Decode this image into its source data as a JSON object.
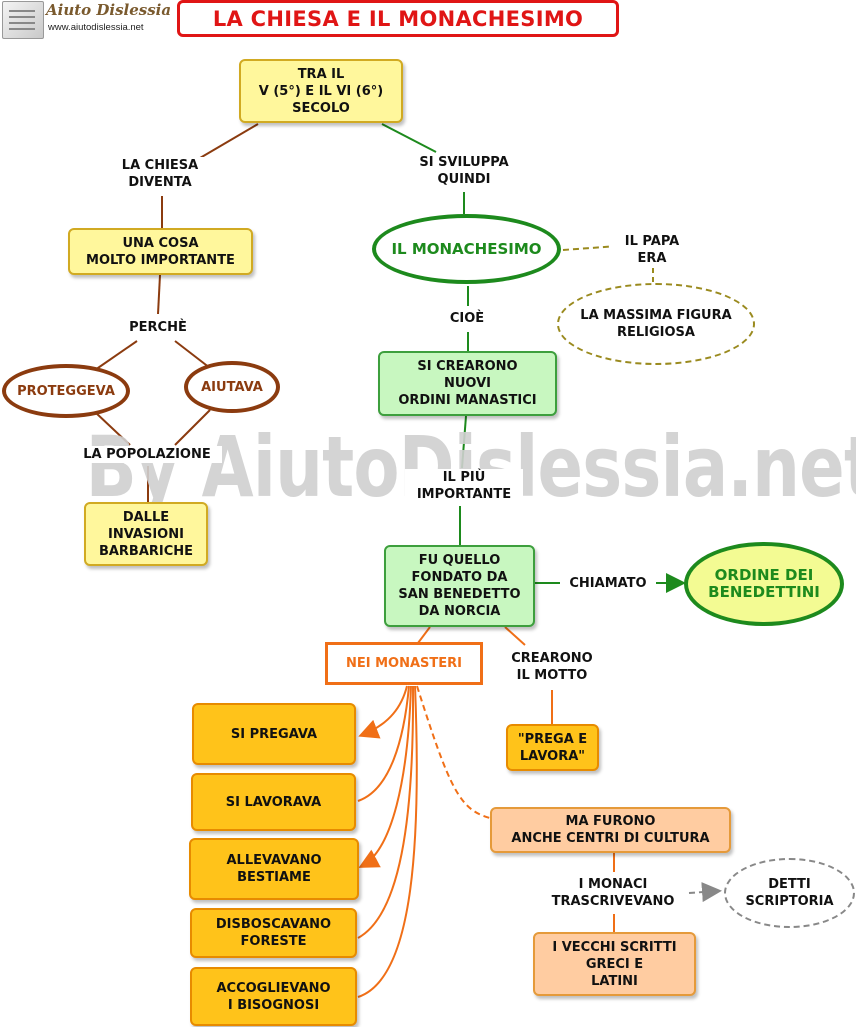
{
  "header": {
    "logo_name": "Aiuto Dislessia",
    "logo_url": "www.aiutodislessia.net",
    "title": "LA CHIESA E IL MONACHESIMO"
  },
  "watermark": "By AiutoDislessia.net",
  "nodes": {
    "period": "TRA IL\nV (5°) E IL VI (6°)\nSECOLO",
    "important_thing": "UNA COSA\nMOLTO IMPORTANTE",
    "protected": "PROTEGGEVA",
    "helped": "AIUTAVA",
    "invasions": "DALLE\nINVASIONI\nBARBARICHE",
    "monasticism": "IL MONACHESIMO",
    "highest_figure": "LA MASSIMA FIGURA\nRELIGIOSA",
    "new_orders": "SI CREARONO\nNUOVI\nORDINI MANASTICI",
    "benedict": "FU QUELLO\nFONDATO DA\nSAN BENEDETTO\nDA NORCIA",
    "benedictines": "ORDINE DEI\nBENEDETTINI",
    "monasteries": "NEI MONASTERI",
    "motto": "\"PREGA E\nLAVORA\"",
    "prayed": "SI PREGAVA",
    "worked": "SI LAVORAVA",
    "livestock": "ALLEVAVANO\nBESTIAME",
    "deforested": "DISBOSCAVANO\nFORESTE",
    "welcomed": "ACCOGLIEVANO\nI BISOGNOSI",
    "culture_centers": "MA FURONO\nANCHE CENTRI DI CULTURA",
    "old_writings": "I VECCHI SCRITTI\nGRECI E\nLATINI",
    "scriptoria": "DETTI\nSCRIPTORIA"
  },
  "links": {
    "church_becomes": "LA CHIESA\nDIVENTA",
    "develops": "SI SVILUPPA\nQUINDI",
    "pope_was": "IL PAPA\nERA",
    "because": "PERCHÈ",
    "population": "LA POPOLAZIONE",
    "that_is": "CIOÈ",
    "most_important": "IL PIÙ\nIMPORTANTE",
    "called": "CHIAMATO",
    "created_motto": "CREARONO\nIL MOTTO",
    "monks_copied": "I MONACI\nTRASCRIVEVANO"
  },
  "colors": {
    "title_red": "#e01515",
    "brown": "#8b3b0f",
    "green": "#1d8a1d",
    "orange": "#f06f17",
    "olive_dashed": "#9a8a1e",
    "gray_dashed": "#888888"
  }
}
